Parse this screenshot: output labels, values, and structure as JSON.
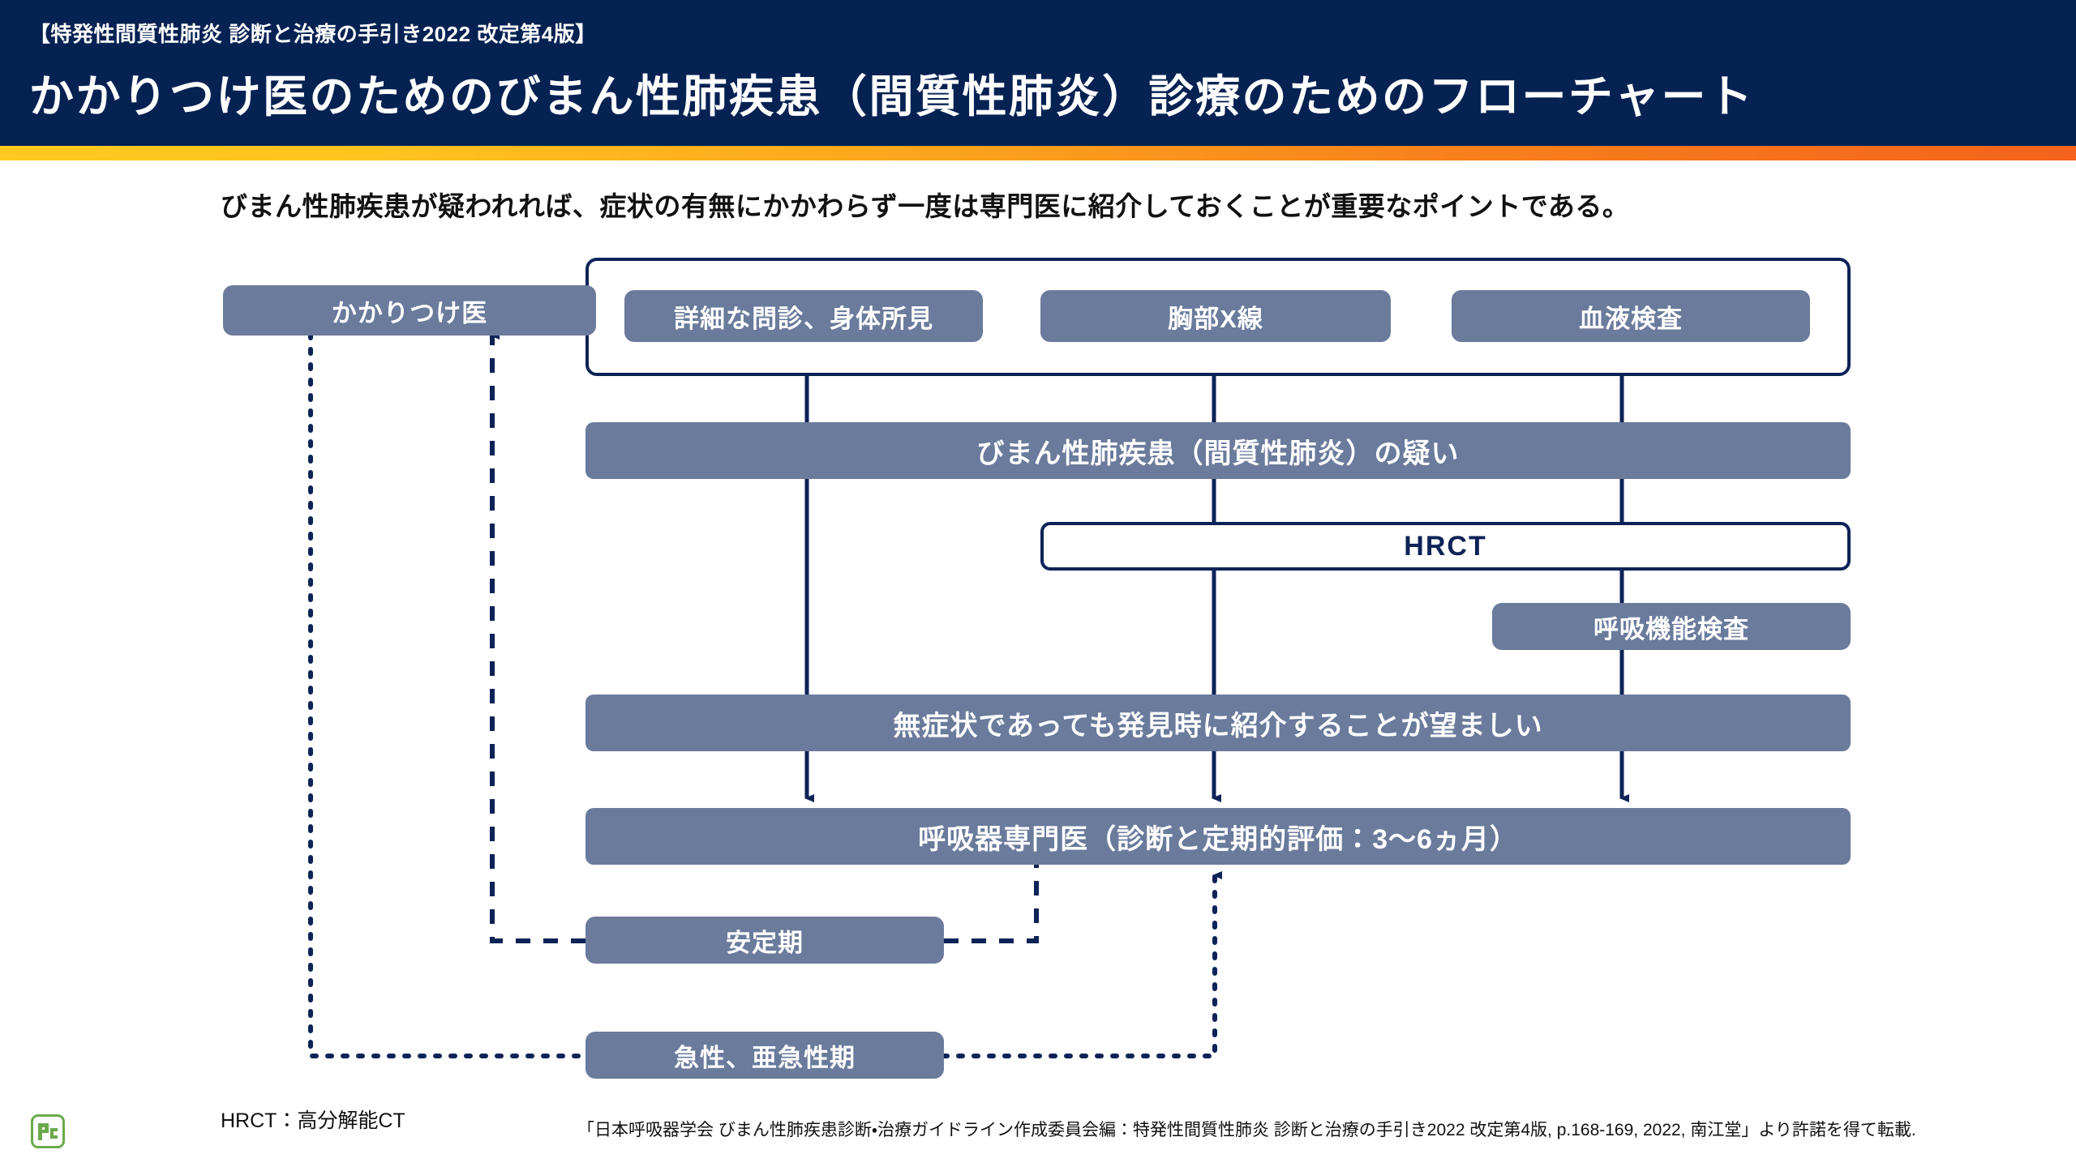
{
  "header": {
    "kicker": "【特発性間質性肺炎 診断と治療の手引き2022 改定第4版】",
    "title": "かかりつけ医のためのびまん性肺疾患（間質性肺炎）診療のためのフローチャート",
    "bg_color": "#062253",
    "accent_from": "#ffc91f",
    "accent_to": "#f4621b"
  },
  "lead": "びまん性肺疾患が疑われれば、症状の有無にかかわらず一度は専門医に紹介しておくことが重要なポイントである。",
  "colors": {
    "box_fill": "#6a7b9c",
    "line": "#0d2357",
    "box_text": "#ffffff",
    "logo_green": "#6aaa4a"
  },
  "flowchart": {
    "nodes": {
      "primary_care": "かかりつけ医",
      "history": "詳細な問診、身体所見",
      "chest_xray": "胸部X線",
      "blood_test": "血液検査",
      "suspected": "びまん性肺疾患（間質性肺炎）の疑い",
      "hrct": "HRCT",
      "pulmonary_function": "呼吸機能検査",
      "asymptomatic": "無症状であっても発見時に紹介することが望ましい",
      "specialist": "呼吸器専門医（診断と定期的評価：3〜6ヵ月）",
      "stable_phase": "安定期",
      "acute_phase": "急性、亜急性期"
    }
  },
  "notes": {
    "hrct_abbrev": "HRCT：高分解能CT",
    "credit": "「日本呼吸器学会 びまん性肺疾患診断・治療ガイドライン作成委員会編：特発性間質性肺炎 診断と治療の手引き2022 改定第4版, p.168-169, 2022, 南江堂」より許諾を得て転載."
  },
  "logo": {
    "name": "pc-logo"
  }
}
